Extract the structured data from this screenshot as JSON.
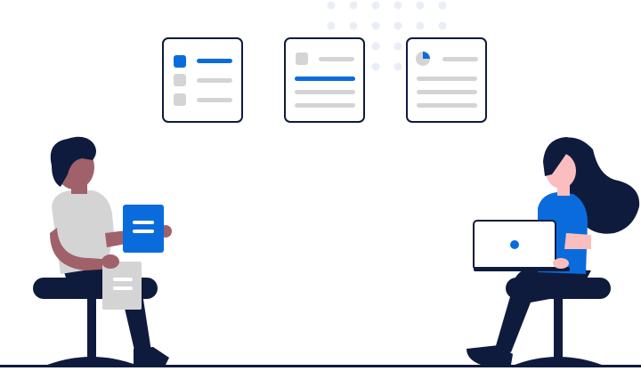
{
  "colors": {
    "navy": "#0f1b3d",
    "blue": "#0a6cdc",
    "grey": "#d4d4d4",
    "light_grey": "#e8e8e8",
    "dot": "#e9eef6",
    "skin_dark": "#a0616a",
    "skin_light": "#fbbebe",
    "white": "#ffffff"
  },
  "cards": [
    {
      "name": "checklist-card",
      "icon": "checklist-icon",
      "selected_index": 0
    },
    {
      "name": "form-card",
      "icon": "form-icon"
    },
    {
      "name": "report-card",
      "icon": "pie-chart-icon"
    }
  ],
  "people": [
    {
      "name": "man-with-documents",
      "holding": "document-icon"
    },
    {
      "name": "woman-with-laptop",
      "holding": "laptop-icon"
    }
  ]
}
